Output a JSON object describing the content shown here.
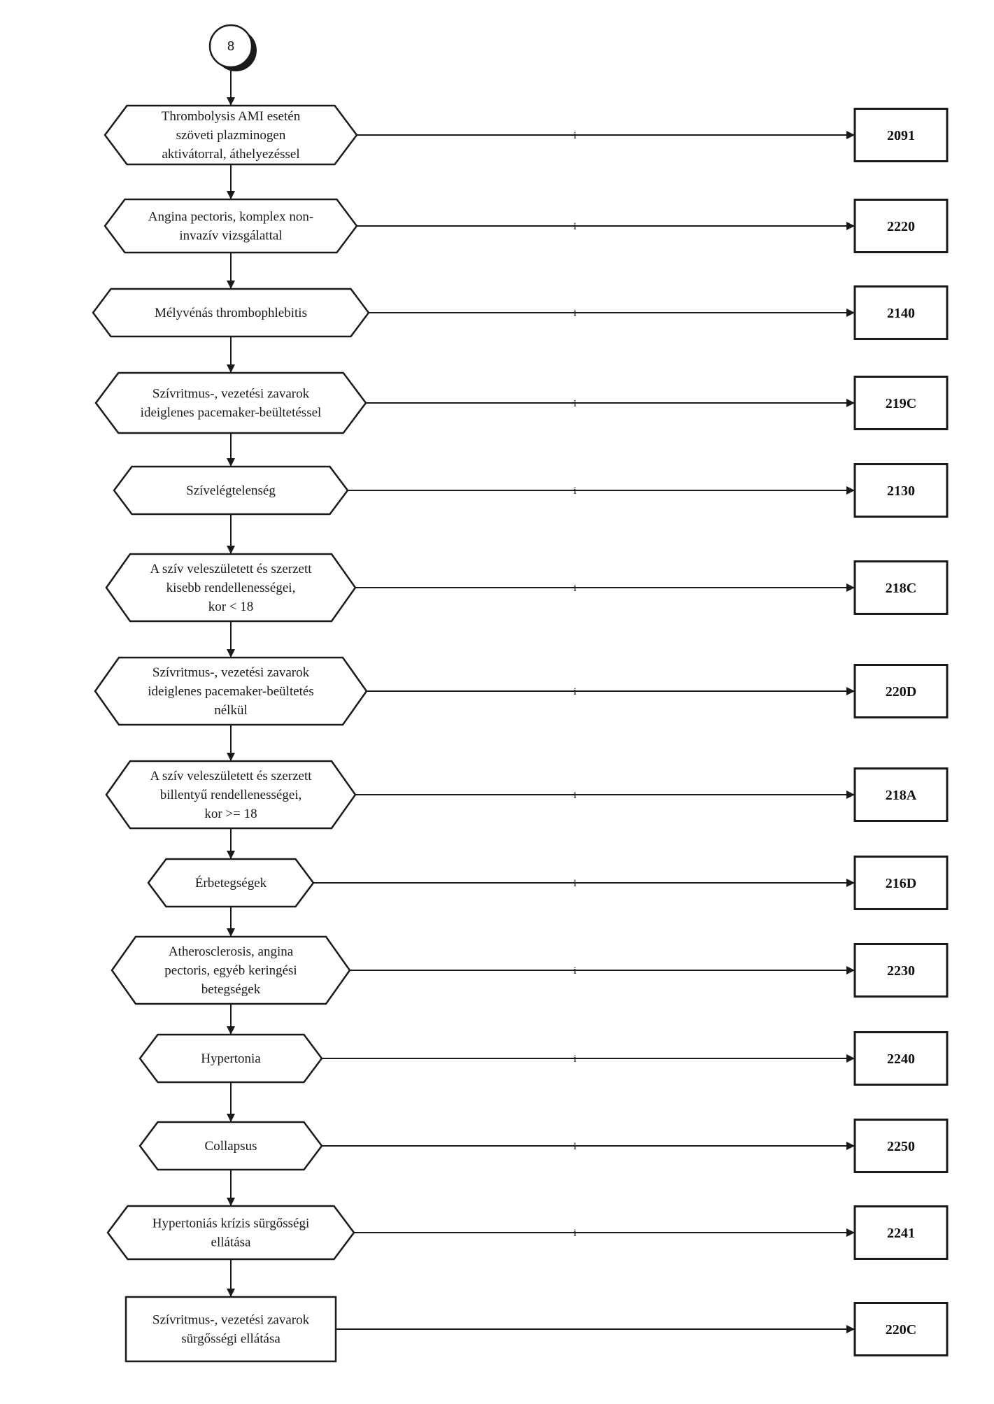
{
  "start": {
    "label": "8"
  },
  "colors": {
    "stroke": "#1a1a1a",
    "fill": "#ffffff",
    "text": "#1a1a1a"
  },
  "nodes": [
    {
      "lines": [
        "Thrombolysis AMI esetén",
        "szöveti plazminogen",
        "aktivátorral, áthelyezéssel"
      ],
      "edge_label": "i",
      "code": "2091",
      "shape": "hexagon"
    },
    {
      "lines": [
        "Angina pectoris, komplex non-",
        "invazív vizsgálattal"
      ],
      "edge_label": "i",
      "code": "2220",
      "shape": "hexagon"
    },
    {
      "lines": [
        "Mélyvénás thrombophlebitis"
      ],
      "edge_label": "i",
      "code": "2140",
      "shape": "hexagon"
    },
    {
      "lines": [
        "Szívritmus-, vezetési zavarok",
        "ideiglenes pacemaker-beültetéssel"
      ],
      "edge_label": "i",
      "code": "219C",
      "shape": "hexagon"
    },
    {
      "lines": [
        "Szívelégtelenség"
      ],
      "edge_label": "i",
      "code": "2130",
      "shape": "hexagon"
    },
    {
      "lines": [
        "A szív veleszületett és szerzett",
        "kisebb rendellenességei,",
        "kor < 18"
      ],
      "edge_label": "i",
      "code": "218C",
      "shape": "hexagon"
    },
    {
      "lines": [
        "Szívritmus-, vezetési zavarok",
        "ideiglenes pacemaker-beültetés",
        "nélkül"
      ],
      "edge_label": "i",
      "code": "220D",
      "shape": "hexagon"
    },
    {
      "lines": [
        "A szív veleszületett és szerzett",
        "billentyű rendellenességei,",
        "kor >= 18"
      ],
      "edge_label": "i",
      "code": "218A",
      "shape": "hexagon"
    },
    {
      "lines": [
        "Érbetegségek"
      ],
      "edge_label": "i",
      "code": "216D",
      "shape": "hexagon"
    },
    {
      "lines": [
        "Atherosclerosis, angina",
        "pectoris, egyéb keringési",
        "betegségek"
      ],
      "edge_label": "i",
      "code": "2230",
      "shape": "hexagon"
    },
    {
      "lines": [
        "Hypertonia"
      ],
      "edge_label": "i",
      "code": "2240",
      "shape": "hexagon"
    },
    {
      "lines": [
        "Collapsus"
      ],
      "edge_label": "i",
      "code": "2250",
      "shape": "hexagon"
    },
    {
      "lines": [
        "Hypertoniás krízis sürgősségi",
        "ellátása"
      ],
      "edge_label": "i",
      "code": "2241",
      "shape": "hexagon"
    },
    {
      "lines": [
        "Szívritmus-, vezetési zavarok",
        "sürgősségi ellátása"
      ],
      "edge_label": "",
      "code": "220C",
      "shape": "rect"
    }
  ]
}
